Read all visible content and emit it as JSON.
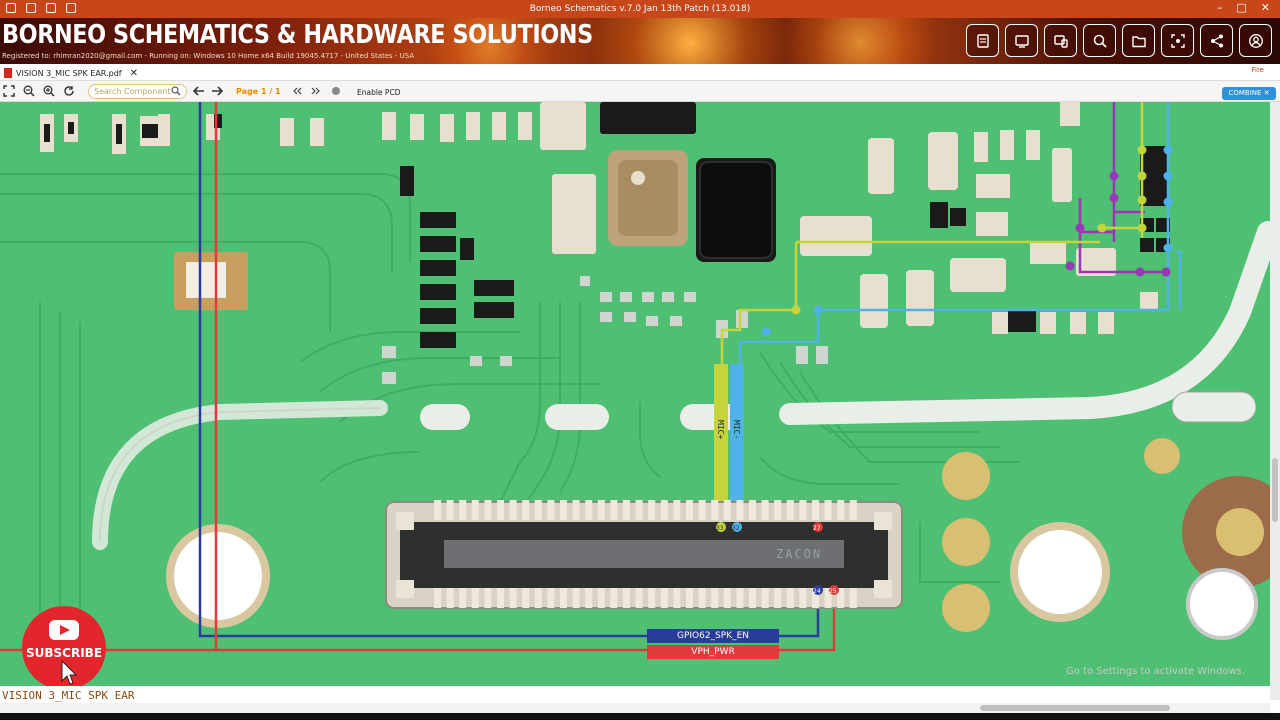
{
  "window": {
    "title": "Borneo Schematics v.7.0 Jan 13th Patch (13.018)",
    "controls": [
      "–",
      "□",
      "✕"
    ]
  },
  "banner": {
    "brand": "BORNEO SCHEMATICS & HARDWARE SOLUTIONS",
    "registration": "Registered to: rhimran2020@gmail.com - Running on: Windows 10 Home x64 Build 19045.4717 - United States - USA",
    "tool_buttons": [
      "schematic-icon",
      "screen-icon",
      "devices-icon",
      "zoom-search-icon",
      "folder-icon",
      "scan-icon",
      "share-icon",
      "account-icon"
    ]
  },
  "tab": {
    "label": "VISION 3_MIC SPK EAR.pdf",
    "close": "✕",
    "fire_logo": "Fire"
  },
  "toolbar": {
    "search_placeholder": "Search Component",
    "page_indicator": "Page 1 / 1",
    "enable_pcd": "Enable PCD",
    "combine": "COMBINE"
  },
  "board": {
    "trace_labels": {
      "mic_plus": "MIC+",
      "mic_minus": "MIC-"
    },
    "pin_labels": [
      "33",
      "32",
      "27",
      "24",
      "25"
    ],
    "net_labels": {
      "gpio": "GPIO62_SPK_EN",
      "vph": "VPH_PWR"
    },
    "connector_marking": "ZACON"
  },
  "status": {
    "document_name": "VISION 3_MIC SPK EAR",
    "watermark": "Go to Settings to activate Windows."
  },
  "overlay": {
    "subscribe": "SUBSCRIBE"
  },
  "colors": {
    "pcb": "#4fbf73",
    "title_bar": "#c7461a",
    "mic_plus": "#c4d43a",
    "mic_minus": "#4fb3ea",
    "gpio_net": "#2b3b9a",
    "vph_net": "#e03a3a",
    "purple_net": "#9a36b8"
  }
}
